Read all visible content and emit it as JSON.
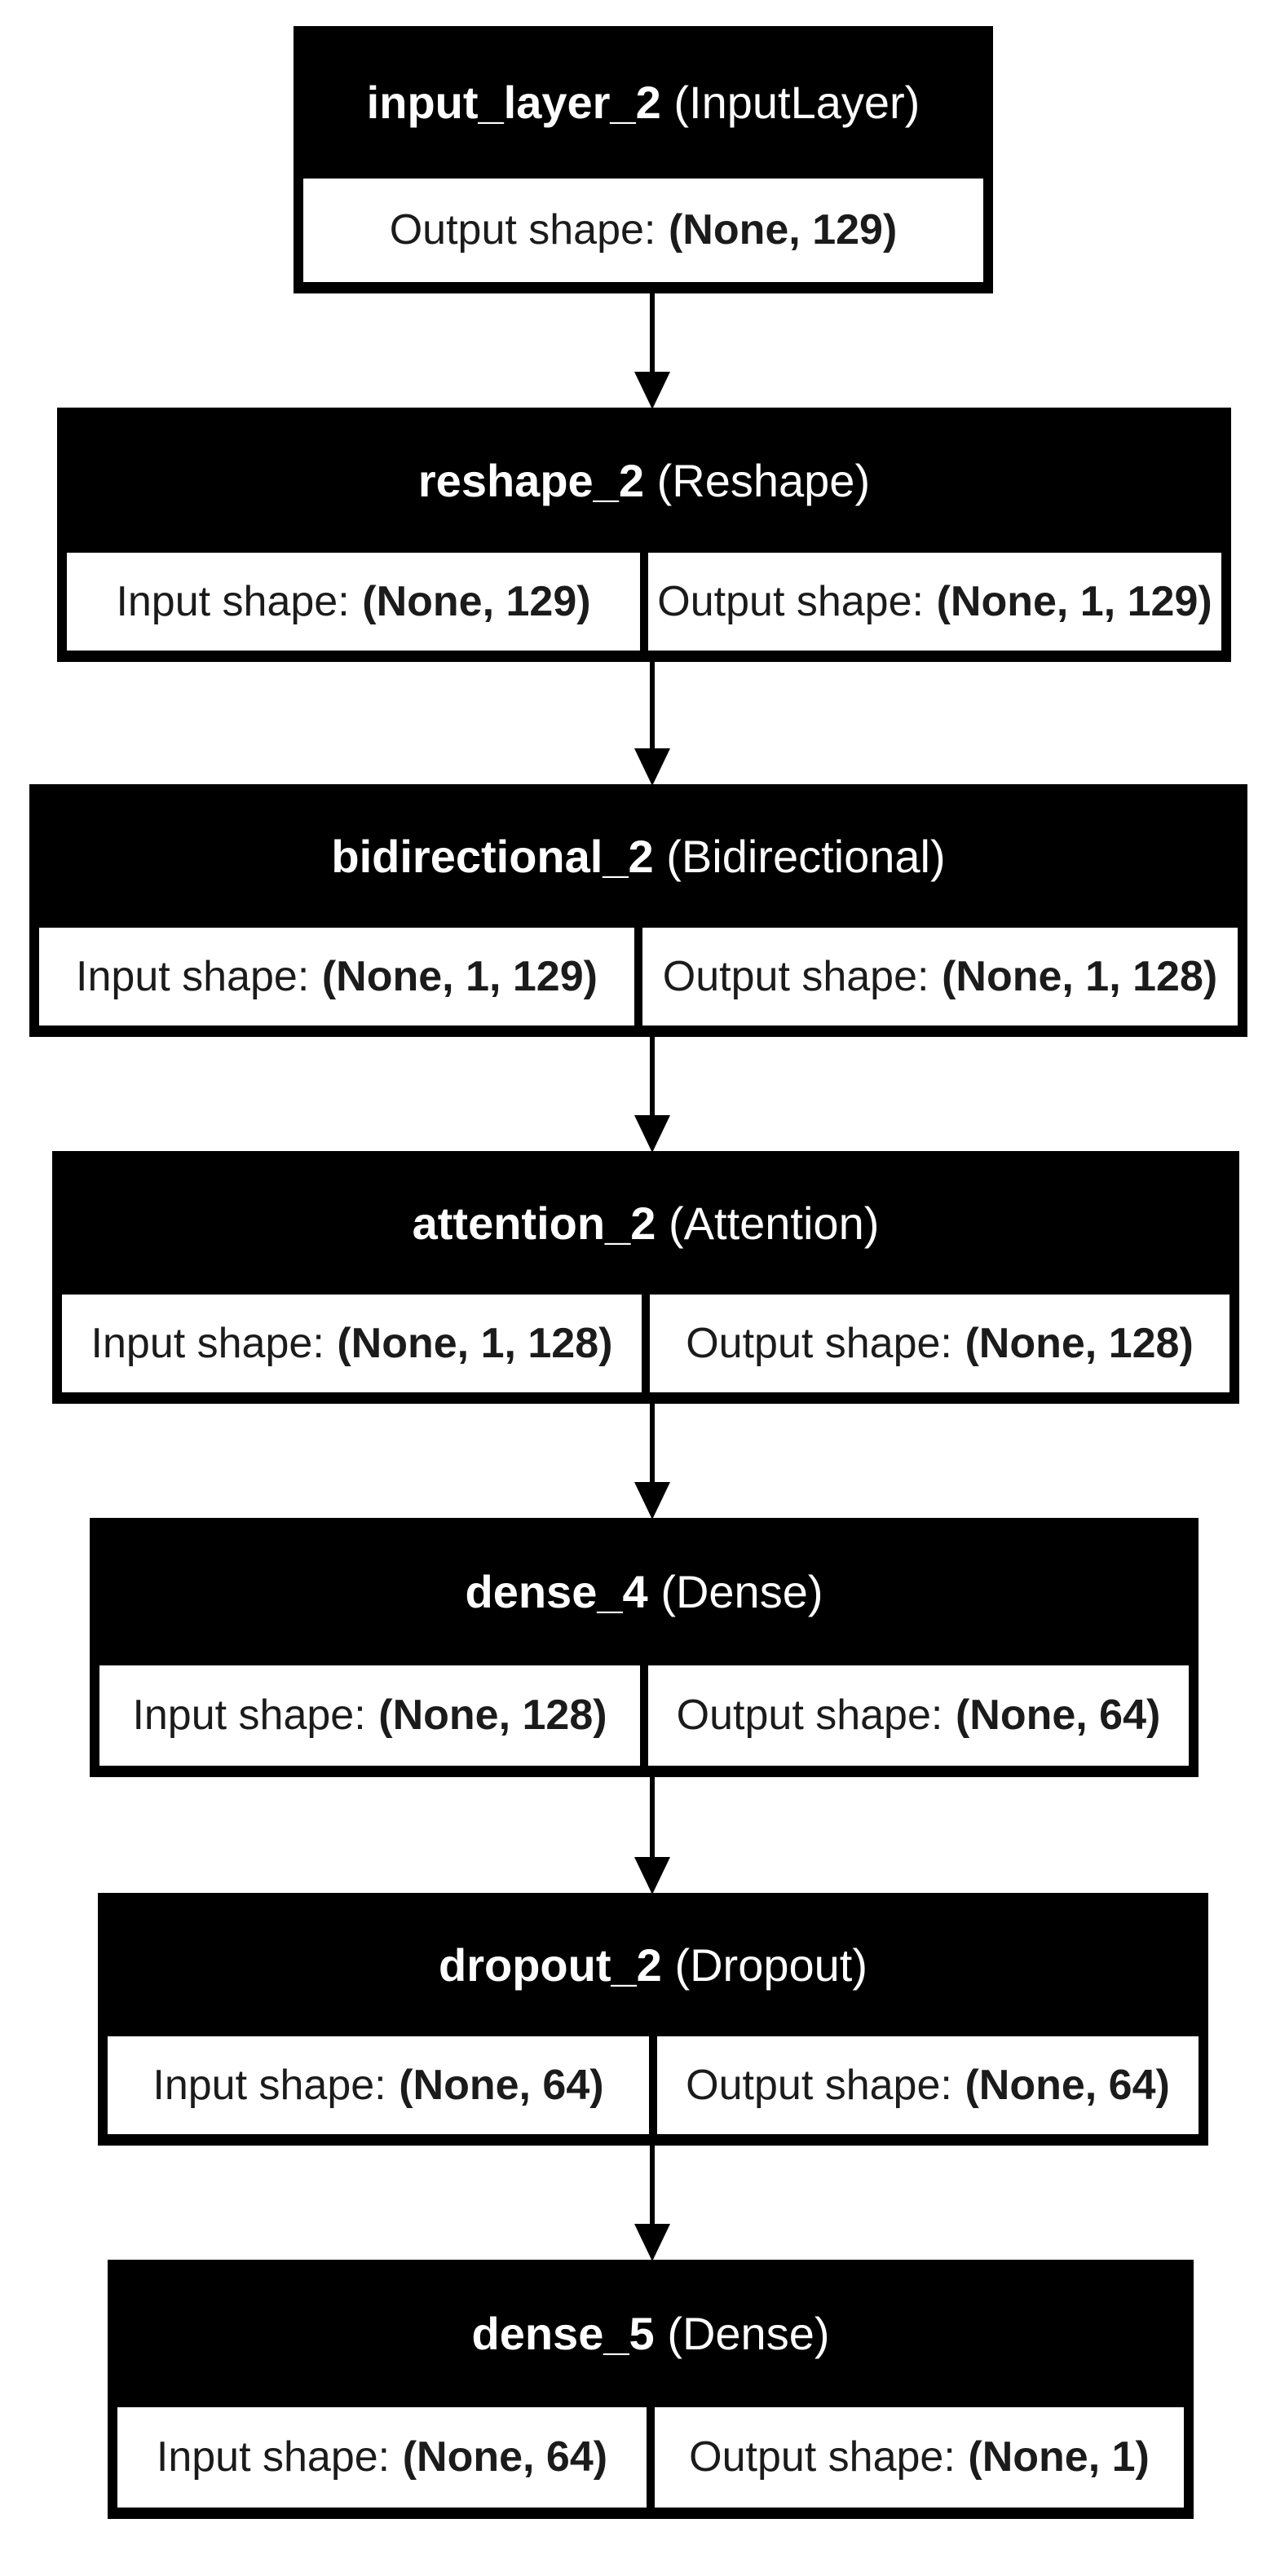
{
  "diagram": {
    "description": "Keras model architecture diagram (plot_model with shapes)",
    "colors": {
      "node_background": "#000000",
      "node_header_text": "#ffffff",
      "cell_background": "#ffffff",
      "cell_text": "#1b1b1b",
      "arrow": "#000000",
      "page_background": "#ffffff"
    },
    "layers": [
      {
        "name": "input_layer_2",
        "class_name": "(InputLayer)",
        "output_label": "Output shape:",
        "output_shape": "(None, 129)"
      },
      {
        "name": "reshape_2",
        "class_name": "(Reshape)",
        "input_label": "Input shape:",
        "input_shape": "(None, 129)",
        "output_label": "Output shape:",
        "output_shape": "(None, 1, 129)"
      },
      {
        "name": "bidirectional_2",
        "class_name": "(Bidirectional)",
        "input_label": "Input shape:",
        "input_shape": "(None, 1, 129)",
        "output_label": "Output shape:",
        "output_shape": "(None, 1, 128)"
      },
      {
        "name": "attention_2",
        "class_name": "(Attention)",
        "input_label": "Input shape:",
        "input_shape": "(None, 1, 128)",
        "output_label": "Output shape:",
        "output_shape": "(None, 128)"
      },
      {
        "name": "dense_4",
        "class_name": "(Dense)",
        "input_label": "Input shape:",
        "input_shape": "(None, 128)",
        "output_label": "Output shape:",
        "output_shape": "(None, 64)"
      },
      {
        "name": "dropout_2",
        "class_name": "(Dropout)",
        "input_label": "Input shape:",
        "input_shape": "(None, 64)",
        "output_label": "Output shape:",
        "output_shape": "(None, 64)"
      },
      {
        "name": "dense_5",
        "class_name": "(Dense)",
        "input_label": "Input shape:",
        "input_shape": "(None, 64)",
        "output_label": "Output shape:",
        "output_shape": "(None, 1)"
      }
    ]
  }
}
